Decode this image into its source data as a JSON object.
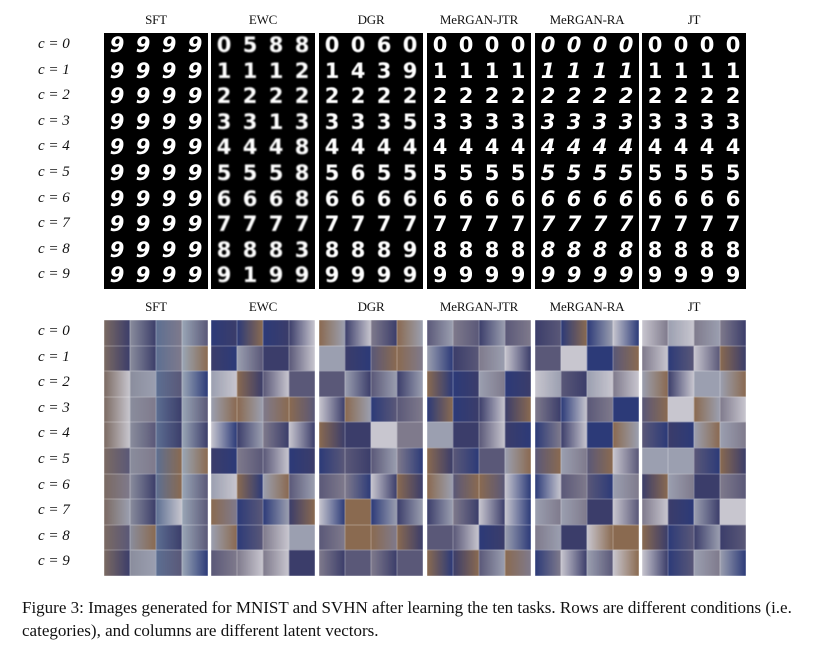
{
  "methods": [
    "SFT",
    "EWC",
    "DGR",
    "MeRGAN-JTR",
    "MeRGAN-RA",
    "JT"
  ],
  "row_labels": [
    "c = 0",
    "c = 1",
    "c = 2",
    "c = 3",
    "c = 4",
    "c = 5",
    "c = 6",
    "c = 7",
    "c = 8",
    "c = 9"
  ],
  "mnist": {
    "SFT": [
      "9999",
      "9999",
      "9999",
      "9999",
      "9999",
      "9999",
      "9999",
      "9999",
      "9999",
      "9999"
    ],
    "EWC": [
      "0588",
      "1112",
      "2222",
      "3313",
      "4448",
      "5558",
      "6668",
      "7777",
      "8883",
      "9199"
    ],
    "DGR": [
      "0060",
      "1439",
      "2222",
      "3335",
      "4444",
      "5655",
      "6666",
      "7777",
      "8889",
      "9999"
    ],
    "MeRGAN-JTR": [
      "0000",
      "1111",
      "2222",
      "3333",
      "4444",
      "5555",
      "6666",
      "7777",
      "8888",
      "9999"
    ],
    "MeRGAN-RA": [
      "0000",
      "1111",
      "2222",
      "3333",
      "4444",
      "5555",
      "6666",
      "7777",
      "8888",
      "9999"
    ],
    "JT": [
      "0000",
      "1111",
      "2222",
      "3333",
      "4444",
      "5555",
      "6666",
      "7777",
      "8888",
      "9999"
    ]
  },
  "caption": "Figure 3: Images generated for MNIST and SVHN after learning the ten tasks. Rows are different conditions (i.e. categories), and columns are different latent vectors.",
  "colors": {
    "mnist_bg": "#000000",
    "mnist_fg": "#ffffff",
    "svhn_palette": [
      "#7f7a8c",
      "#5a5878",
      "#9b9fb0",
      "#3b3d6a",
      "#c8c6cf",
      "#2c3a78",
      "#8a6a50"
    ]
  }
}
